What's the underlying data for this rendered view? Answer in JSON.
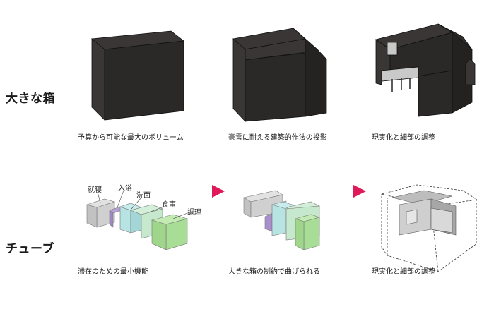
{
  "rows": {
    "big_box": {
      "title": "大きな箱"
    },
    "tube": {
      "title": "チューブ"
    }
  },
  "captions": {
    "box1": "予算から可能な最大のボリューム",
    "box2": "豪雪に耐える建築的作法の投影",
    "box3": "現実化と細部の調整",
    "tube1": "滞在のための最小機能",
    "tube2": "大きな箱の制約で曲げられる",
    "tube3": "現実化と細部の調整"
  },
  "functions": {
    "sleep": "就寝",
    "bath": "入浴",
    "wash": "洗面",
    "meal": "食事",
    "cook": "調理"
  },
  "colors": {
    "box": "#2e2b2b",
    "sleep": "#d4d4d4",
    "bath": "#a98fcb",
    "wash": "#a9dcdc",
    "meal": "#c8e9cf",
    "cook": "#b4e3a4",
    "arrow": "#e0195a"
  },
  "icons": {
    "arrow": "play-triangle-icon"
  }
}
